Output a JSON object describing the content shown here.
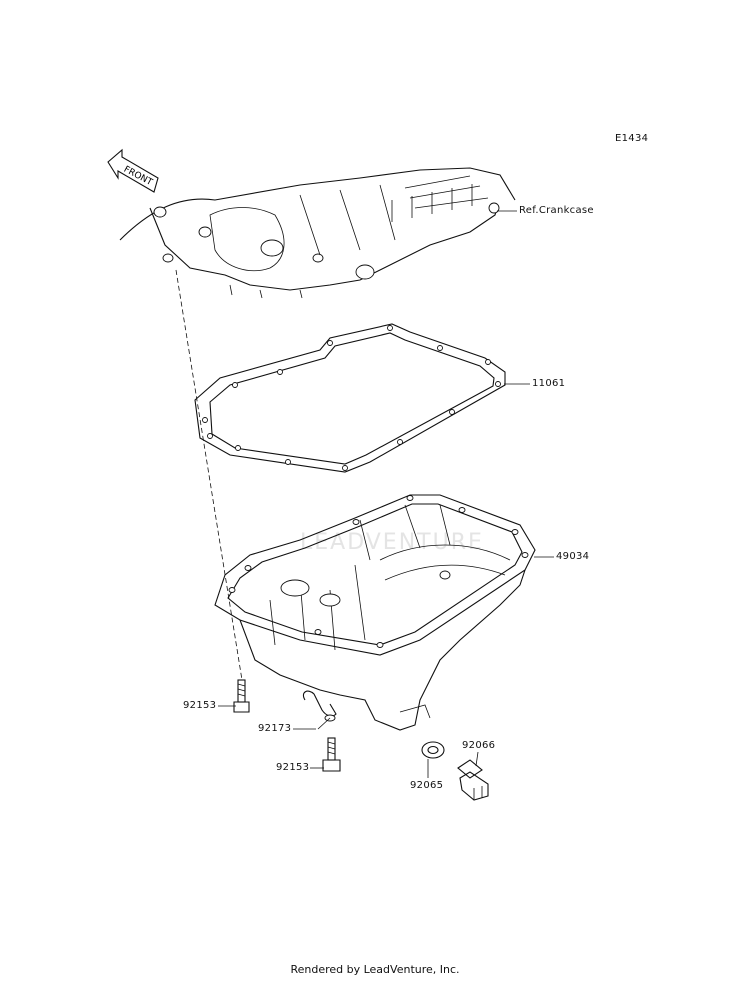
{
  "diagram": {
    "figure_code": "E1434",
    "front_label": "FRONT",
    "watermark": "LEADVENTURE",
    "footer": "Rendered by LeadVenture, Inc.",
    "callouts": [
      {
        "id": "ref-crankcase",
        "label": "Ref.Crankcase"
      },
      {
        "id": "gasket",
        "label": "11061"
      },
      {
        "id": "oil-pan",
        "label": "49034"
      },
      {
        "id": "bolt-left",
        "label": "92153"
      },
      {
        "id": "clamp",
        "label": "92173"
      },
      {
        "id": "bolt-lower",
        "label": "92153"
      },
      {
        "id": "washer",
        "label": "92065"
      },
      {
        "id": "drain-plug",
        "label": "92066"
      }
    ]
  }
}
